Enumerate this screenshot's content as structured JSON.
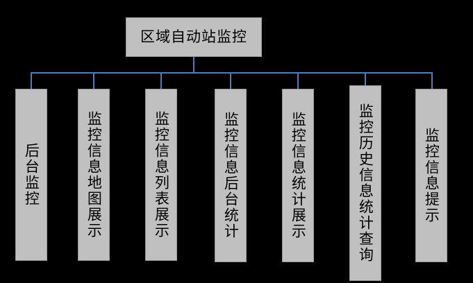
{
  "diagram": {
    "title": "区域自动站监控",
    "background_color": "#000000",
    "box_fill_color": "#c0c0c0",
    "box_border_color": "#9a9a9a",
    "connector_color": "#4a7ebc",
    "root": {
      "label": "区域自动站监控",
      "orientation": "horizontal"
    },
    "children": [
      {
        "label": "后台监控",
        "orientation": "vertical",
        "chars": 4
      },
      {
        "label": "监控信息地图展示",
        "orientation": "vertical",
        "chars": 8
      },
      {
        "label": "监控信息列表展示",
        "orientation": "vertical",
        "chars": 8
      },
      {
        "label": "监控信息后台统计",
        "orientation": "vertical",
        "chars": 8
      },
      {
        "label": "监控信息统计展示",
        "orientation": "vertical",
        "chars": 8
      },
      {
        "label": "监控历史信息统计查询",
        "orientation": "vertical",
        "chars": 10
      },
      {
        "label": "监控信息提示",
        "orientation": "vertical",
        "chars": 6
      }
    ]
  },
  "chart_data": {
    "type": "diagram",
    "subtype": "organization-tree",
    "title": "区域自动站监控",
    "levels": 2,
    "nodes": [
      {
        "id": "root",
        "label": "区域自动站监控",
        "level": 0,
        "parent": null
      },
      {
        "id": "c1",
        "label": "后台监控",
        "level": 1,
        "parent": "root"
      },
      {
        "id": "c2",
        "label": "监控信息地图展示",
        "level": 1,
        "parent": "root"
      },
      {
        "id": "c3",
        "label": "监控信息列表展示",
        "level": 1,
        "parent": "root"
      },
      {
        "id": "c4",
        "label": "监控信息后台统计",
        "level": 1,
        "parent": "root"
      },
      {
        "id": "c5",
        "label": "监控信息统计展示",
        "level": 1,
        "parent": "root"
      },
      {
        "id": "c6",
        "label": "监控历史信息统计查询",
        "level": 1,
        "parent": "root"
      },
      {
        "id": "c7",
        "label": "监控信息提示",
        "level": 1,
        "parent": "root"
      }
    ],
    "edges": [
      {
        "from": "root",
        "to": "c1"
      },
      {
        "from": "root",
        "to": "c2"
      },
      {
        "from": "root",
        "to": "c3"
      },
      {
        "from": "root",
        "to": "c4"
      },
      {
        "from": "root",
        "to": "c5"
      },
      {
        "from": "root",
        "to": "c6"
      },
      {
        "from": "root",
        "to": "c7"
      }
    ]
  }
}
